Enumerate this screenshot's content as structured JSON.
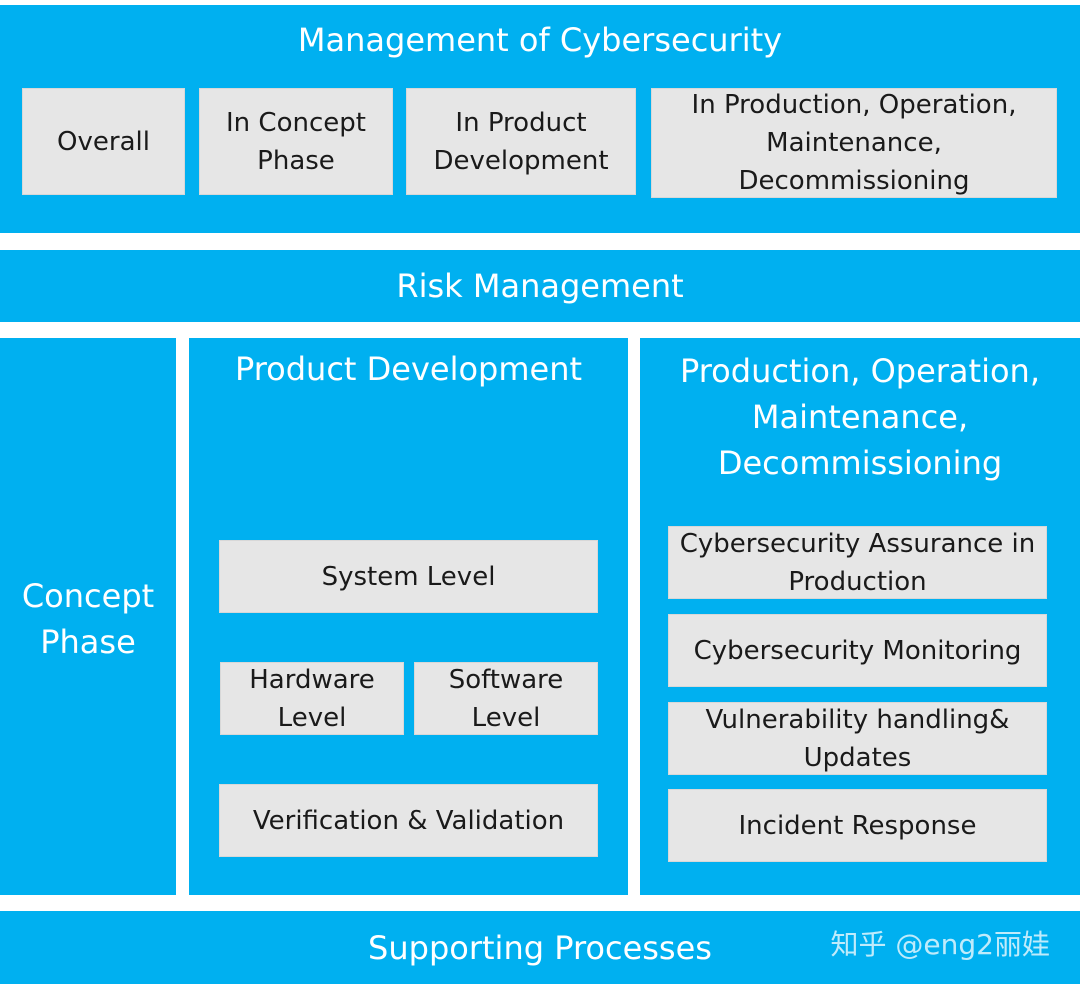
{
  "management": {
    "title": "Management of Cybersecurity",
    "boxes": [
      "Overall",
      "In Concept\nPhase",
      "In Product\nDevelopment",
      "In Production, Operation,\nMaintenance,\nDecommissioning"
    ]
  },
  "risk": {
    "title": "Risk Management"
  },
  "concept": {
    "title": "Concept\nPhase"
  },
  "product_development": {
    "title": "Product Development",
    "system_level": "System Level",
    "hardware_level": "Hardware\nLevel",
    "software_level": "Software\nLevel",
    "verification": "Verification & Validation"
  },
  "production": {
    "title": "Production, Operation,\nMaintenance,\nDecommissioning",
    "items": [
      "Cybersecurity Assurance in\nProduction",
      "Cybersecurity Monitoring",
      "Vulnerability handling&\nUpdates",
      "Incident Response"
    ]
  },
  "supporting": {
    "title": "Supporting Processes"
  },
  "watermark": "知乎 @eng2丽娃",
  "colors": {
    "band": "#00b0f0",
    "box": "#e6e6e6",
    "text_on_band": "#ffffff"
  }
}
